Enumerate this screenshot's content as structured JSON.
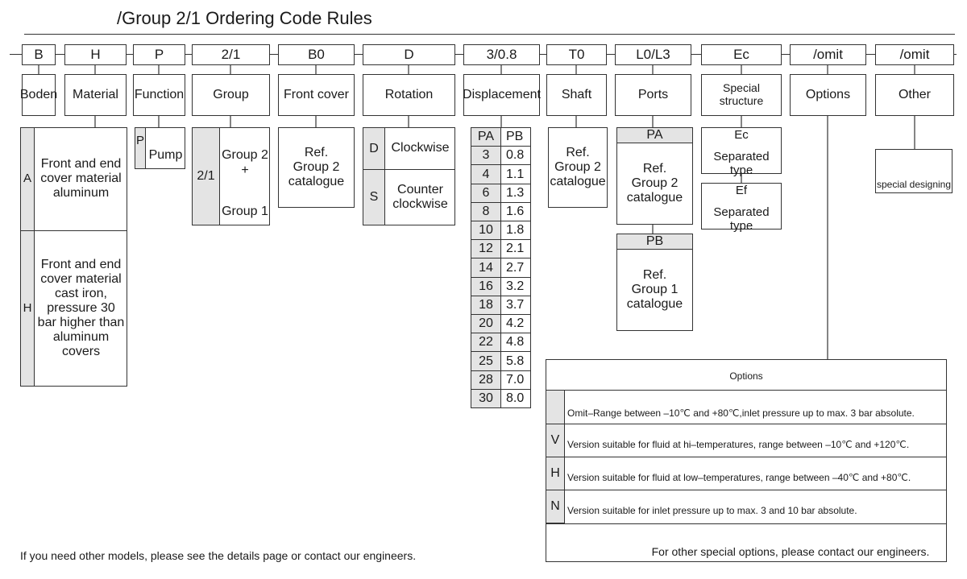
{
  "title": "/Group 2/1 Ordering Code Rules",
  "codes": [
    "B",
    "H",
    "P",
    "2/1",
    "B0",
    "D",
    "3/0.8",
    "T0",
    "L0/L3",
    "Ec",
    "/omit",
    "/omit"
  ],
  "categories": [
    "Boden",
    "Material",
    "Function",
    "Group",
    "Front cover",
    "Rotation",
    "Displacement",
    "Shaft",
    "Ports",
    "Special structure",
    "Options",
    "Other"
  ],
  "material": {
    "A_code": "A",
    "A_text": "Front and end cover material aluminum",
    "H_code": "H",
    "H_text": "Front and end cover material cast iron, pressure 30 bar higher than aluminum covers"
  },
  "function": {
    "code": "P",
    "text": "Pump"
  },
  "group": {
    "code": "2/1",
    "text_top": "Group 2",
    "plus": "+",
    "text_bottom": "Group 1"
  },
  "front_cover": {
    "text": "Ref. Group 2 catalogue"
  },
  "rotation": {
    "D_code": "D",
    "D_text": "Clockwise",
    "S_code": "S",
    "S_text": "Counter clockwise"
  },
  "displacement": {
    "headers": [
      "PA",
      "PB"
    ],
    "rows": [
      [
        "3",
        "0.8"
      ],
      [
        "4",
        "1.1"
      ],
      [
        "6",
        "1.3"
      ],
      [
        "8",
        "1.6"
      ],
      [
        "10",
        "1.8"
      ],
      [
        "12",
        "2.1"
      ],
      [
        "14",
        "2.7"
      ],
      [
        "16",
        "3.2"
      ],
      [
        "18",
        "3.7"
      ],
      [
        "20",
        "4.2"
      ],
      [
        "22",
        "4.8"
      ],
      [
        "25",
        "5.8"
      ],
      [
        "28",
        "7.0"
      ],
      [
        "30",
        "8.0"
      ]
    ]
  },
  "shaft": {
    "text": "Ref. Group 2 catalogue"
  },
  "ports": {
    "pa_label": "PA",
    "pa_text": "Ref. Group 2 catalogue",
    "pb_label": "PB",
    "pb_text": "Ref. Group 1 catalogue"
  },
  "special": {
    "ec_label": "Ec",
    "ec_text": "Separated type",
    "ef_label": "Ef",
    "ef_text": "Separated type"
  },
  "other": {
    "text": "special designing"
  },
  "options": {
    "title": "Options",
    "rows": [
      {
        "code": "",
        "text": "Omit–Range between –10℃ and +80℃,inlet pressure up to max. 3 bar absolute."
      },
      {
        "code": "V",
        "text": "Version suitable for fluid at hi–temperatures, range between –10℃ and +120℃."
      },
      {
        "code": "H",
        "text": "Version suitable for fluid at low–temperatures, range between –40℃ and +80℃."
      },
      {
        "code": "N",
        "text": "Version suitable for inlet pressure up to max. 3 and 10 bar absolute."
      }
    ],
    "footer": "For other special options, please contact our engineers."
  },
  "footnote": "If you need other models, please see the details page or contact our engineers."
}
